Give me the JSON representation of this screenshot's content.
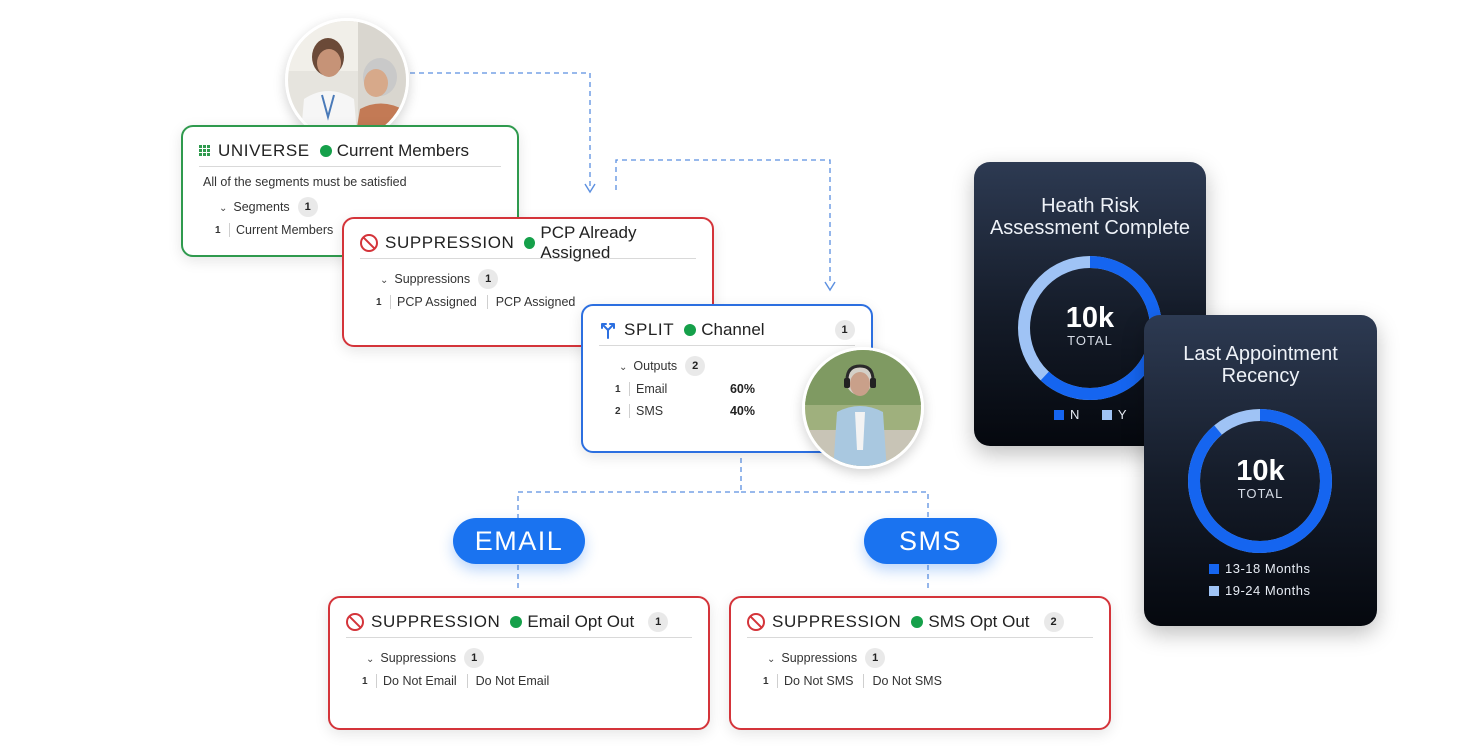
{
  "colors": {
    "danger": "#d4343a",
    "success": "#2f9a4e",
    "primary": "#1a73f0",
    "split": "#2c6fe0",
    "dark_blue": "#1565f0",
    "light_blue": "#9fc3f5"
  },
  "universe": {
    "type": "UNIVERSE",
    "name": "Current Members",
    "description": "All of the segments must be satisfied",
    "section_label": "Segments",
    "section_count": "1",
    "rows": [
      {
        "num": "1",
        "values": [
          "Current Members"
        ]
      }
    ]
  },
  "suppression_pcp": {
    "type": "SUPPRESSION",
    "name": "PCP Already Assigned",
    "section_label": "Suppressions",
    "section_count": "1",
    "rows": [
      {
        "num": "1",
        "values": [
          "PCP Assigned",
          "PCP Assigned"
        ]
      }
    ]
  },
  "split": {
    "type": "SPLIT",
    "name": "Channel",
    "badge": "1",
    "section_label": "Outputs",
    "section_count": "2",
    "rows": [
      {
        "num": "1",
        "label": "Email",
        "pct": "60%"
      },
      {
        "num": "2",
        "label": "SMS",
        "pct": "40%"
      }
    ]
  },
  "pills": {
    "email": "EMAIL",
    "sms": "SMS"
  },
  "suppression_email": {
    "type": "SUPPRESSION",
    "name": "Email Opt Out",
    "badge": "1",
    "section_label": "Suppressions",
    "section_count": "1",
    "rows": [
      {
        "num": "1",
        "values": [
          "Do Not Email",
          "Do Not Email"
        ]
      }
    ]
  },
  "suppression_sms": {
    "type": "SUPPRESSION",
    "name": "SMS Opt Out",
    "badge": "2",
    "section_label": "Suppressions",
    "section_count": "1",
    "rows": [
      {
        "num": "1",
        "values": [
          "Do Not SMS",
          "Do Not SMS"
        ]
      }
    ]
  },
  "metric_hra": {
    "title_line1": "Heath Risk",
    "title_line2": "Assessment Complete",
    "value": "10k",
    "value_label": "TOTAL",
    "share_primary": 0.62,
    "legend": [
      {
        "label": "N",
        "color": "#1565f0"
      },
      {
        "label": "Y",
        "color": "#9fc3f5"
      }
    ]
  },
  "metric_recency": {
    "title_line1": "Last Appointment",
    "title_line2": "Recency",
    "value": "10k",
    "value_label": "TOTAL",
    "share_primary": 0.89,
    "legend": [
      {
        "label": "13-18 Months",
        "color": "#1565f0"
      },
      {
        "label": "19-24 Months",
        "color": "#9fc3f5"
      }
    ]
  },
  "icons": {
    "universe": "grid-icon",
    "suppression": "ban-icon",
    "split": "split-icon",
    "chevron": "chevron-down-icon"
  }
}
